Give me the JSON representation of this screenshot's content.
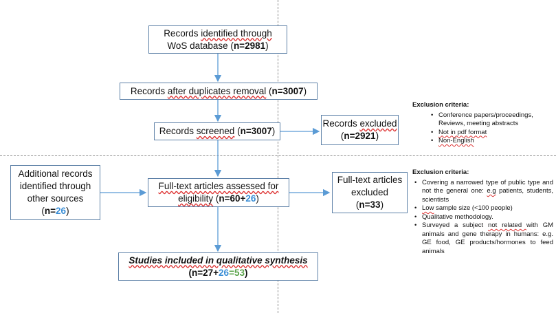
{
  "boxes": {
    "identified": {
      "line1_pre": "Records ",
      "line1_sq": "identified through",
      "line2_pre": "WoS database (",
      "count": "n=2981",
      "close": ")"
    },
    "after_dup": {
      "pre": "Records ",
      "sq": "after duplicates removal",
      "open": " (",
      "count": "n=3007",
      "close": ")"
    },
    "screened": {
      "pre": "Records ",
      "sq": "screened",
      "open": " (",
      "count": "n=3007",
      "close": ")"
    },
    "excluded": {
      "pre": "Records ",
      "sq": "excluded",
      "open": "(",
      "count": "n=2921",
      "close": ")"
    },
    "additional": {
      "line1": "Additional records",
      "line2": "identified through",
      "line3": "other sources",
      "open": "(",
      "count_pre": "n=",
      "count_val": "26",
      "close": ")"
    },
    "fulltext": {
      "sq": "Full-text articles assessed for",
      "sq2": "eligibility",
      "open": " (",
      "count_pre": "n=60+",
      "count_val": "26",
      "close": ")"
    },
    "ft_excluded": {
      "line1": "Full-text articles",
      "line2": "excluded",
      "open": "(",
      "count": "n=33",
      "close": ")"
    },
    "included": {
      "sq": "Studies included in qualitative synthesis",
      "open": "(",
      "c1": "n=27+",
      "c2": "26",
      "c3": "=53",
      "close": ")"
    }
  },
  "criteria1": {
    "heading": "Exclusion criteria:",
    "items": [
      "Conference papers/proceedings, Reviews, meeting abstracts",
      "Not in pdf format",
      "Non-English"
    ]
  },
  "criteria2": {
    "heading": "Exclusion criteria:",
    "item1_a": "Covering a narrowed type of public type and not the general one: ",
    "item1_b": "e.g",
    "item1_c": " patients, students, scientists",
    "item2_a": "Low",
    "item2_b": " sample size (<100 people)",
    "item3": "Qualitative methodology.",
    "item4_a": "Surveyed a subject ",
    "item4_b": "not related ",
    "item4_c": "with GM animals and gene therapy in humans: e.g. GE food, GE products/hormones to feed animals"
  },
  "colors": {
    "border": "#5b7fa6",
    "arrow": "#5b9bd5",
    "blue": "#3a8ed6",
    "green": "#5aa34a"
  }
}
